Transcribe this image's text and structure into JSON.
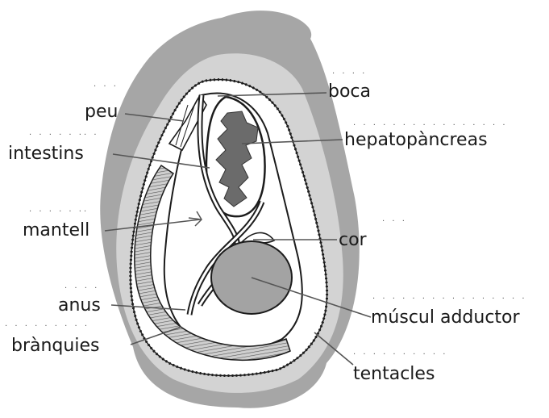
{
  "labels": {
    "peu": "peu",
    "intestins": "intestins",
    "mantell": "mantell",
    "anus": "anus",
    "branquies": "brànquies",
    "boca": "boca",
    "hepatopancreas": "hepatopàncreas",
    "cor": "cor",
    "muscul_adductor": "múscul adductor",
    "tentacles": "tentacles"
  },
  "dots": {
    "peu": ". . .",
    "intestins": ". . . . . .. .",
    "mantell": ". . . . . ..",
    "anus": ". . . .",
    "branquies": ". . . . . . . . .",
    "boca": ". . . .",
    "hepatopancreas": ". . . . . . . . . . . . . . . .",
    "cor": ". . .",
    "muscul_adductor": ". . . . . . . . . . . . . . . .",
    "tentacles": ". . . . . . . . . ."
  },
  "colors": {
    "outer_shell": "#a6a6a6",
    "inner_shell": "#d3d3d3",
    "body": "#ffffff",
    "hepatopancreas": "#6b6b6b",
    "muscle": "#a3a3a3",
    "outline": "#1c1c1c"
  }
}
